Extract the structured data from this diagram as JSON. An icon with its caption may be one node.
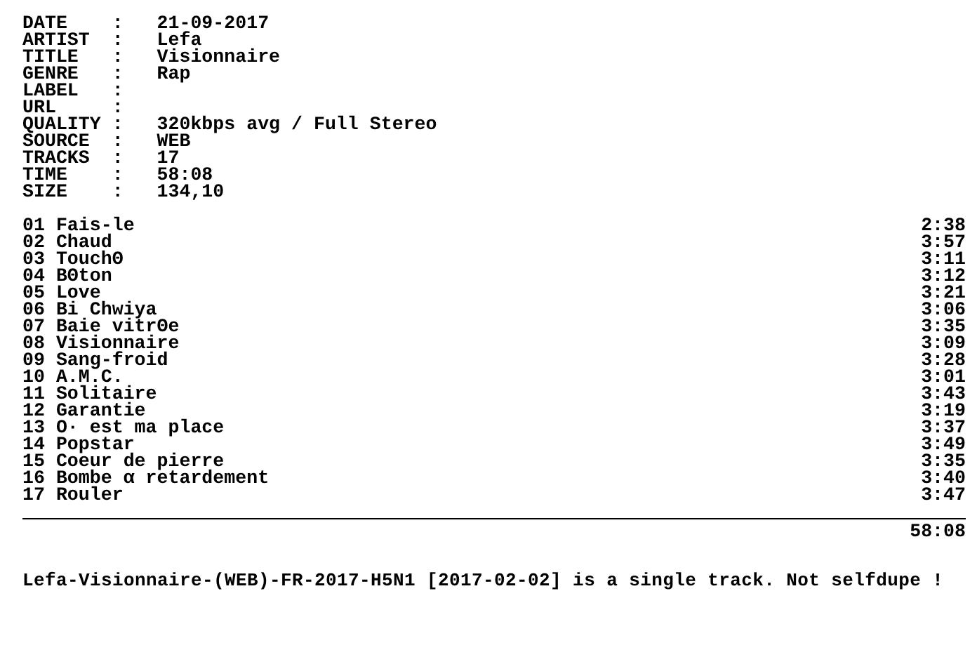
{
  "diagram": {
    "labels": [
      "DATE    :   21-09-2017",
      "ARTIST  :   Lefa",
      "TITLE   :   Visionnaire",
      "GENRE   :   Rap",
      "LABEL   :",
      "URL     :",
      "QUALITY :   320kbps avg / Full Stereo",
      "SOURCE  :   WEB",
      "TRACKS  :   17",
      "TIME    :   58:08",
      "SIZE    :   134,10",
      "01 Fais-le",
      "2:38",
      "02 Chaud",
      "3:57",
      "03 TouchΘ",
      "3:11",
      "04 BΘton",
      "3:12",
      "05 Love",
      "3:21",
      "06 Bi Chwiya",
      "3:06",
      "07 Baie vitrΘe",
      "3:35",
      "08 Visionnaire",
      "3:09",
      "09 Sang-froid",
      "3:28",
      "10 A.M.C.",
      "3:01",
      "11 Solitaire",
      "3:43",
      "12 Garantie",
      "3:19",
      "13 O· est ma place",
      "3:37",
      "14 Popstar",
      "3:49",
      "15 Coeur de pierre",
      "3:35",
      "16 Bombe α retardement",
      "3:40",
      "17 Rouler",
      "3:47",
      "58:08",
      "Lefa-Visionnaire-(WEB)-FR-2017-H5N1 [2017-02-02] is a single track. Not selfdupe !"
    ]
  }
}
